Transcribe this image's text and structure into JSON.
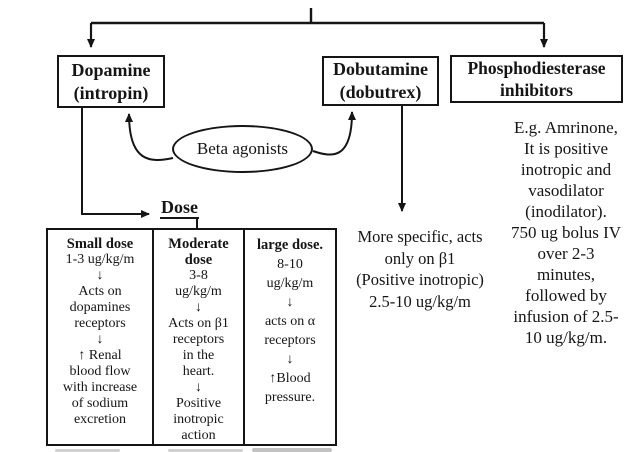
{
  "ink_color": "#151515",
  "boxes": {
    "dopamine": {
      "title": "Dopamine\n(intropin)"
    },
    "dobutamine": {
      "title": "Dobutamine\n(dobutrex)"
    },
    "pde": {
      "title": "Phosphodiesterase\ninhibitors"
    }
  },
  "ellipse": {
    "label": "Beta agonists"
  },
  "dose_label": "Dose",
  "table": {
    "columns": [
      {
        "title": "Small dose",
        "body": "1-3 ug/kg/m\n↓\nActs on\ndopamines\nreceptors\n↓\n↑ Renal\nblood flow\nwith increase\nof sodium\nexcretion"
      },
      {
        "title": "Moderate\ndose",
        "body": "3-8\nug/kg/m\n↓\nActs on β1\nreceptors\nin the\nheart.\n↓\nPositive\ninotropic\naction"
      },
      {
        "title": "large dose.",
        "body": "8-10\nug/kg/m\n↓\nacts on α\nreceptors\n↓\n↑Blood\npressure."
      }
    ]
  },
  "notes": {
    "dobutamine": "More specific, acts\nonly on β1\n(Positive inotropic)\n2.5-10 ug/kg/m",
    "pde": "E.g. Amrinone,\nIt is positive\ninotropic and\nvasodilator\n(inodilator).\n750 ug bolus IV\nover 2-3\nminutes,\nfollowed by\ninfusion of 2.5-\n10 ug/kg/m."
  }
}
